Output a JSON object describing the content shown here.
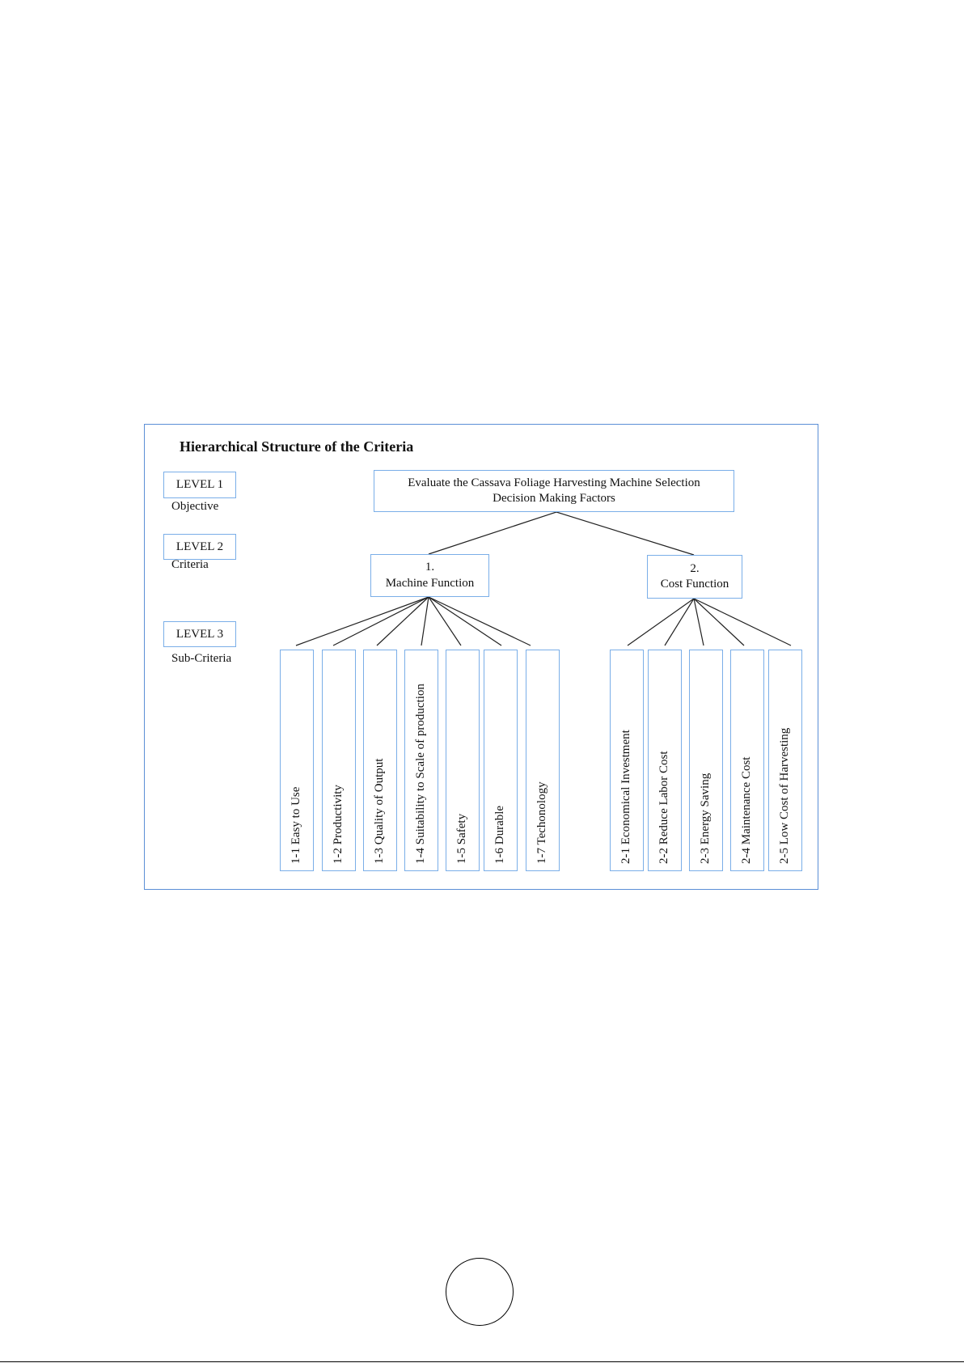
{
  "diagram": {
    "title": "Hierarchical Structure of the Criteria",
    "levels": [
      {
        "label": "LEVEL 1",
        "caption": "Objective"
      },
      {
        "label": "LEVEL 2",
        "caption": "Criteria"
      },
      {
        "label": "LEVEL 3",
        "caption": "Sub-Criteria"
      }
    ],
    "objective": {
      "line1": "Evaluate the Cassava Foliage Harvesting Machine  Selection",
      "line2": "Decision Making Factors"
    },
    "criteria": [
      {
        "number": "1.",
        "name": "Machine Function"
      },
      {
        "number": "2.",
        "name": "Cost Function"
      }
    ],
    "sub_criteria_1": [
      "1-1 Easy to Use",
      "1-2 Productivity",
      "1-3 Quality of Output",
      "1-4 Suitability to Scale of production",
      "1-5 Safety",
      "1-6 Durable",
      "1-7 Techonology"
    ],
    "sub_criteria_2": [
      "2-1 Economical Investment",
      "2-2 Reduce Labor Cost",
      "2-3 Energy Saving",
      "2-4 Maintenance Cost",
      "2-5 Low Cost of Harvesting"
    ]
  }
}
